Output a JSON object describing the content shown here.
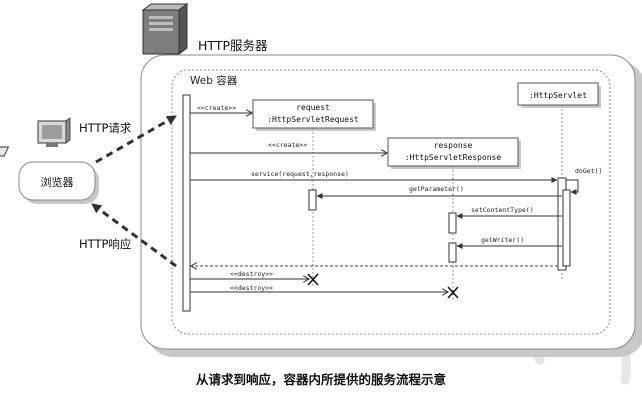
{
  "server_label": "HTTP服务器",
  "container_label": "Web 容器",
  "browser_label": "浏览器",
  "http_request_label": "HTTP请求",
  "http_response_label": "HTTP响应",
  "objects": {
    "request": [
      "request",
      ":HttpServletRequest"
    ],
    "response": [
      "response",
      ":HttpServletResponse"
    ],
    "servlet": ":HttpServlet"
  },
  "messages": {
    "create1": "<<create>>",
    "create2": "<<create>>",
    "service": "service(request,response)",
    "doget": "doGet()",
    "get_parameter": "getParameter()",
    "set_content_type": "setContentType()",
    "get_writer": "getWriter()",
    "destroy1": "<<destroy>>",
    "destroy2": "<<destroy>>"
  },
  "caption": "从请求到响应，容器内所提供的服务流程示意",
  "colors": {
    "box_fill": "#ffffff",
    "line": "#333333",
    "shadow": "#c8c8c8"
  }
}
